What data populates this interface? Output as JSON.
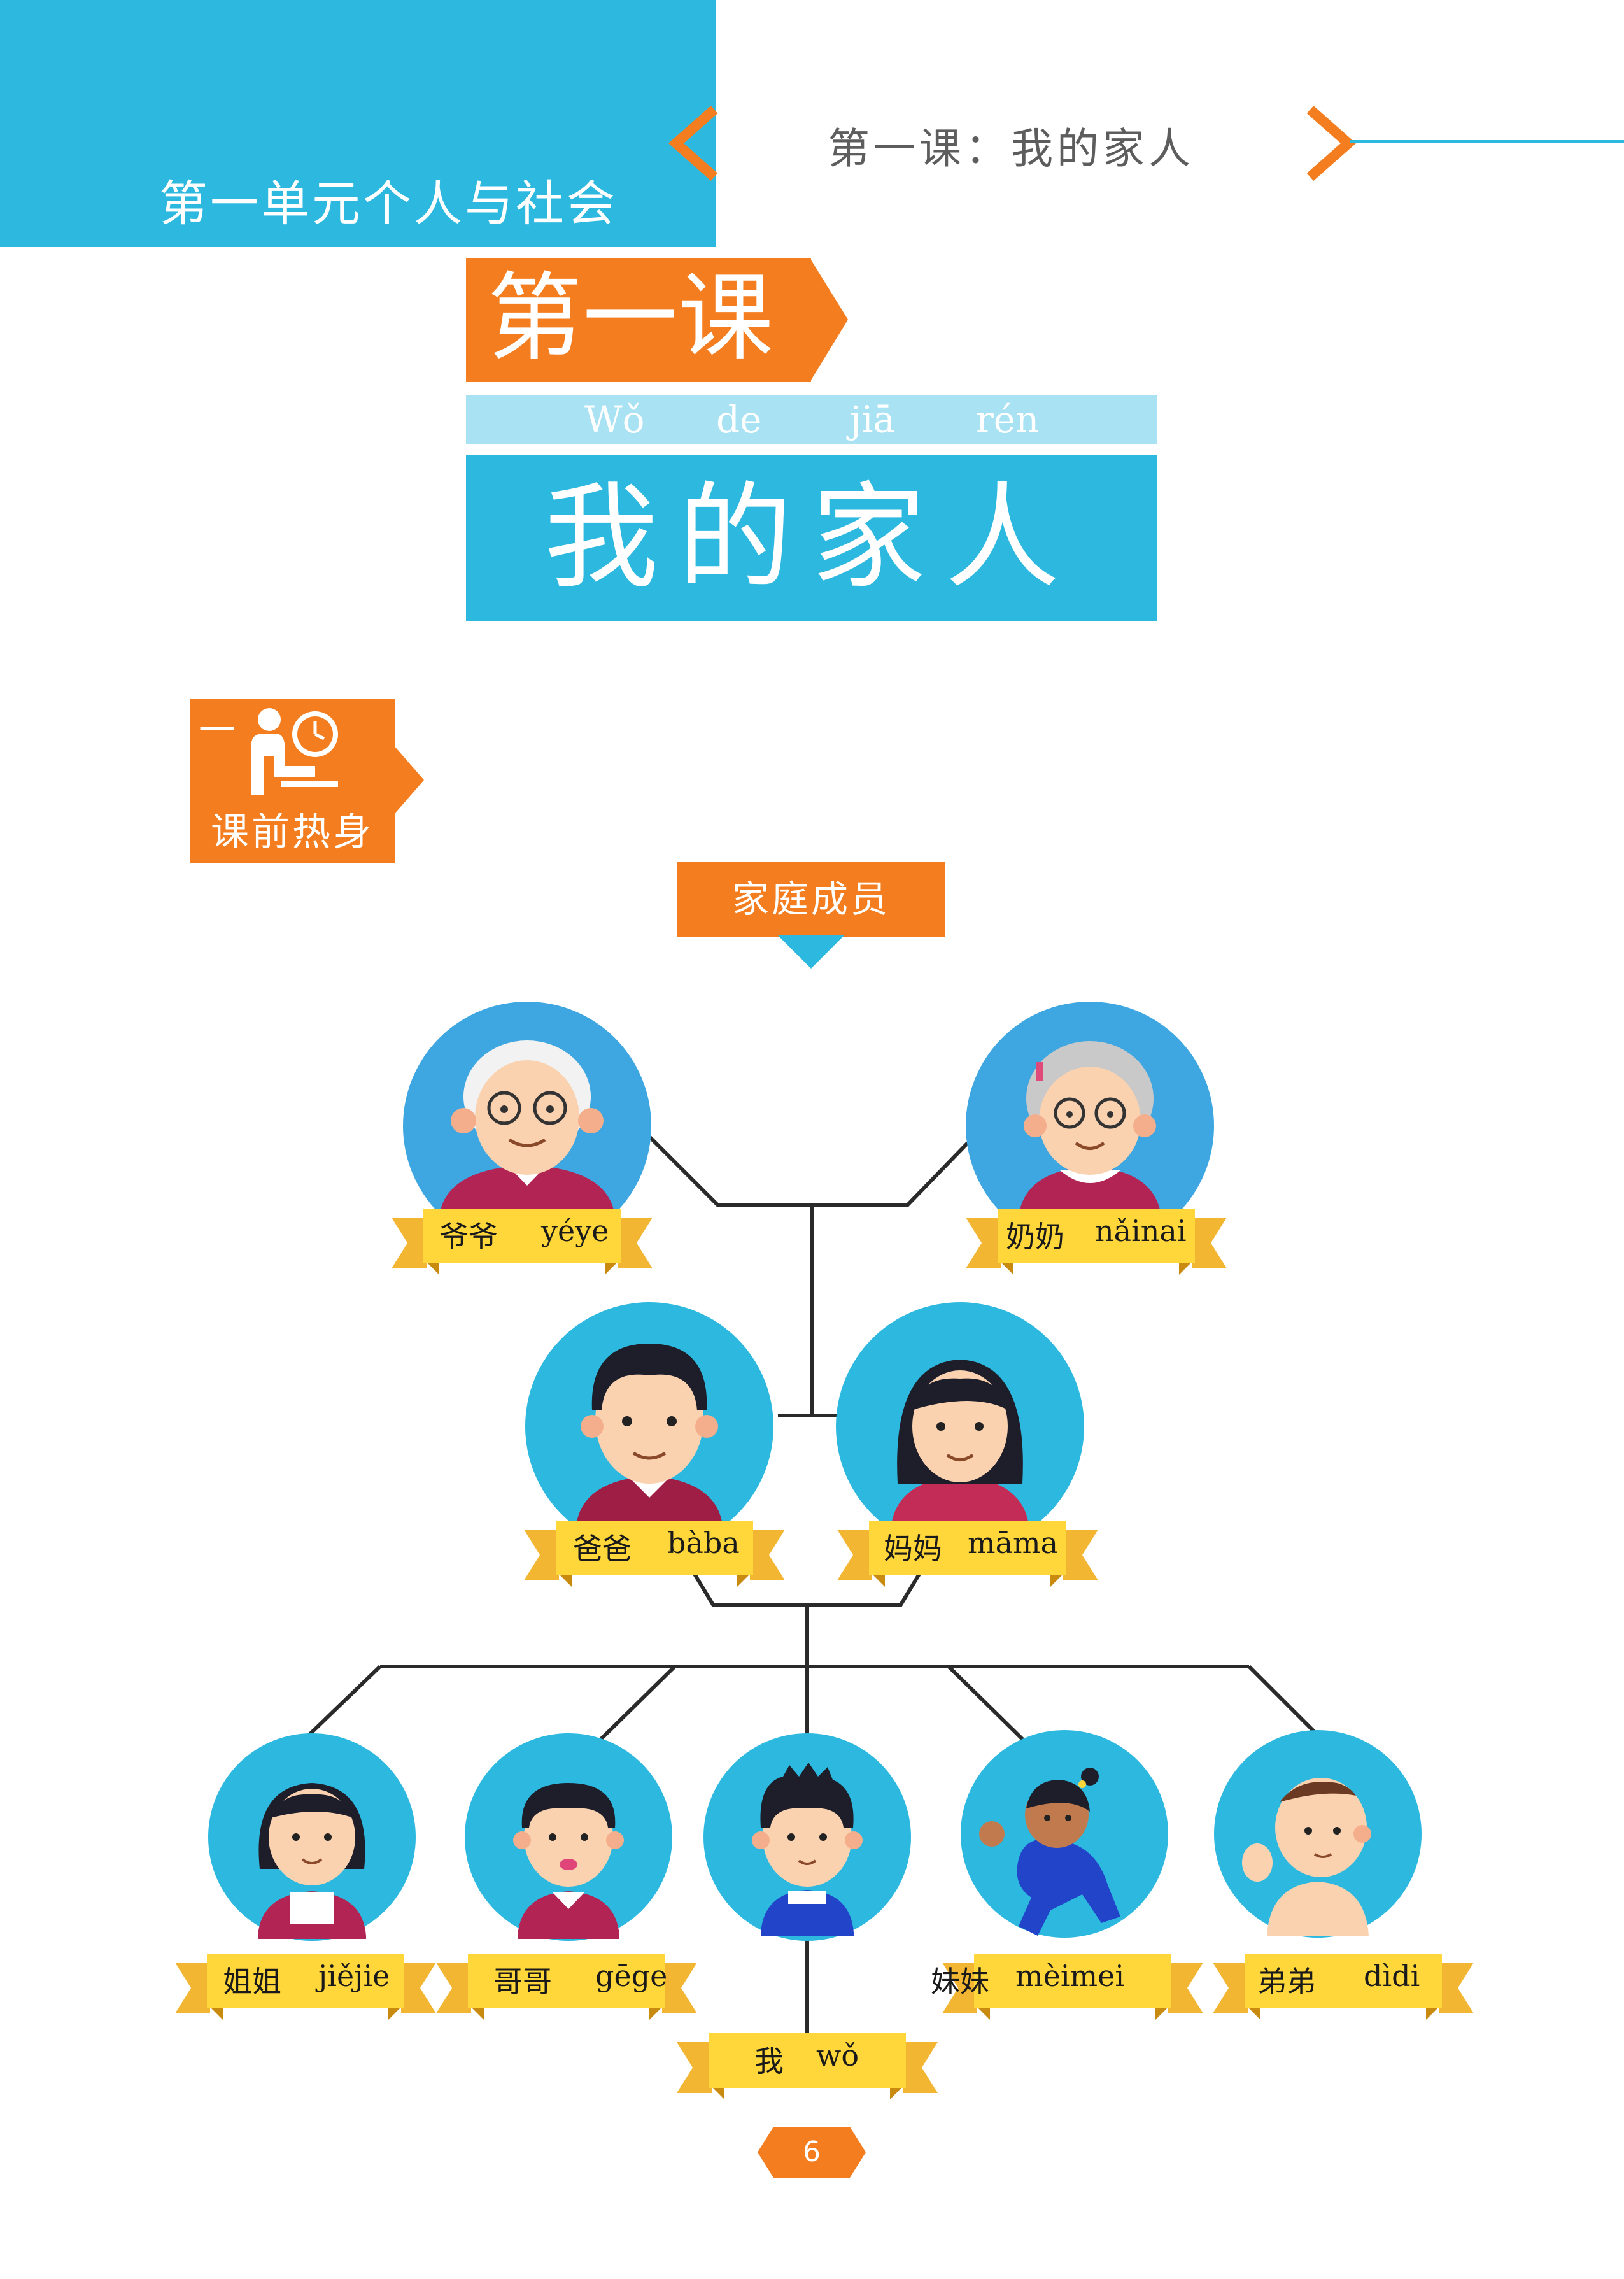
{
  "header": {
    "unit_title": "第一单元个人与社会",
    "lesson_header": "第一课：我的家人"
  },
  "title_block": {
    "lesson_label": "第一课",
    "pinyin": [
      "Wǒ",
      "de",
      "jiā",
      "rén"
    ],
    "title": "我的家人"
  },
  "warmup": {
    "number": "一",
    "label": "课前热身",
    "icon": "person-writing-clock-icon"
  },
  "family_tree": {
    "label": "家庭成员",
    "members": [
      {
        "id": "yeye",
        "hanzi": "爷爷",
        "pinyin": "yéye"
      },
      {
        "id": "nainai",
        "hanzi": "奶奶",
        "pinyin": "nǎinai"
      },
      {
        "id": "baba",
        "hanzi": "爸爸",
        "pinyin": "bàba"
      },
      {
        "id": "mama",
        "hanzi": "妈妈",
        "pinyin": "māma"
      },
      {
        "id": "jiejie",
        "hanzi": "姐姐",
        "pinyin": "jiějie"
      },
      {
        "id": "gege",
        "hanzi": "哥哥",
        "pinyin": "gēge"
      },
      {
        "id": "wo",
        "hanzi": "我",
        "pinyin": "wǒ"
      },
      {
        "id": "meimei",
        "hanzi": "妹妹",
        "pinyin": "mèimei"
      },
      {
        "id": "didi",
        "hanzi": "弟弟",
        "pinyin": "dìdi"
      }
    ]
  },
  "colors": {
    "blue": "#2DB9DF",
    "light_blue": "#A9E2F2",
    "orange": "#F47E1F",
    "ribbon_yellow": "#FFD73A"
  },
  "page_number": "6"
}
